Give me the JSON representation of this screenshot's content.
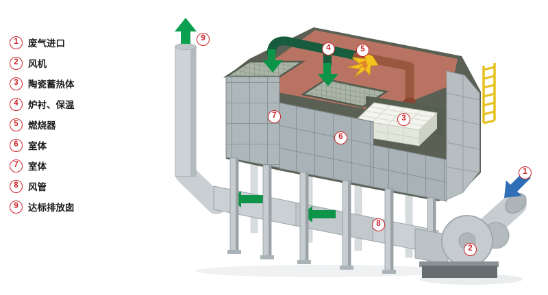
{
  "legend": {
    "items": [
      {
        "num": "1",
        "label": "废气进口"
      },
      {
        "num": "2",
        "label": "风机"
      },
      {
        "num": "3",
        "label": "陶瓷蓄热体"
      },
      {
        "num": "4",
        "label": "炉衬、保温"
      },
      {
        "num": "5",
        "label": "燃烧器"
      },
      {
        "num": "6",
        "label": "室体"
      },
      {
        "num": "7",
        "label": "室体"
      },
      {
        "num": "8",
        "label": "风管"
      },
      {
        "num": "9",
        "label": "达标排放囱"
      }
    ]
  },
  "callouts": [
    {
      "num": "1"
    },
    {
      "num": "2"
    },
    {
      "num": "3"
    },
    {
      "num": "4"
    },
    {
      "num": "5"
    },
    {
      "num": "6"
    },
    {
      "num": "7"
    },
    {
      "num": "8"
    },
    {
      "num": "9"
    }
  ],
  "icons": {
    "exhaust_up_arrow": "block-arrow-up",
    "flow_down_arrows": "block-arrow-down",
    "duct_left_arrows": "block-arrow-left",
    "inlet_arrow": "block-arrow-down-left",
    "burner_flame": "flame-burst"
  },
  "colors": {
    "callout_red": "#cb2229",
    "arrow_green": "#0c9449",
    "pipe_dark_green": "#175c3c",
    "arrow_blue": "#2e6fb8",
    "furnace_lining_salmon": "#b97363",
    "pipe_brown": "#9a5740",
    "flame_yellow": "#f4c51e",
    "ladder_yellow": "#e6c11f",
    "panel_gray": "#aeb7ba",
    "dark_rim": "#5a6154",
    "ceramic_white": "#f3f4ee"
  }
}
